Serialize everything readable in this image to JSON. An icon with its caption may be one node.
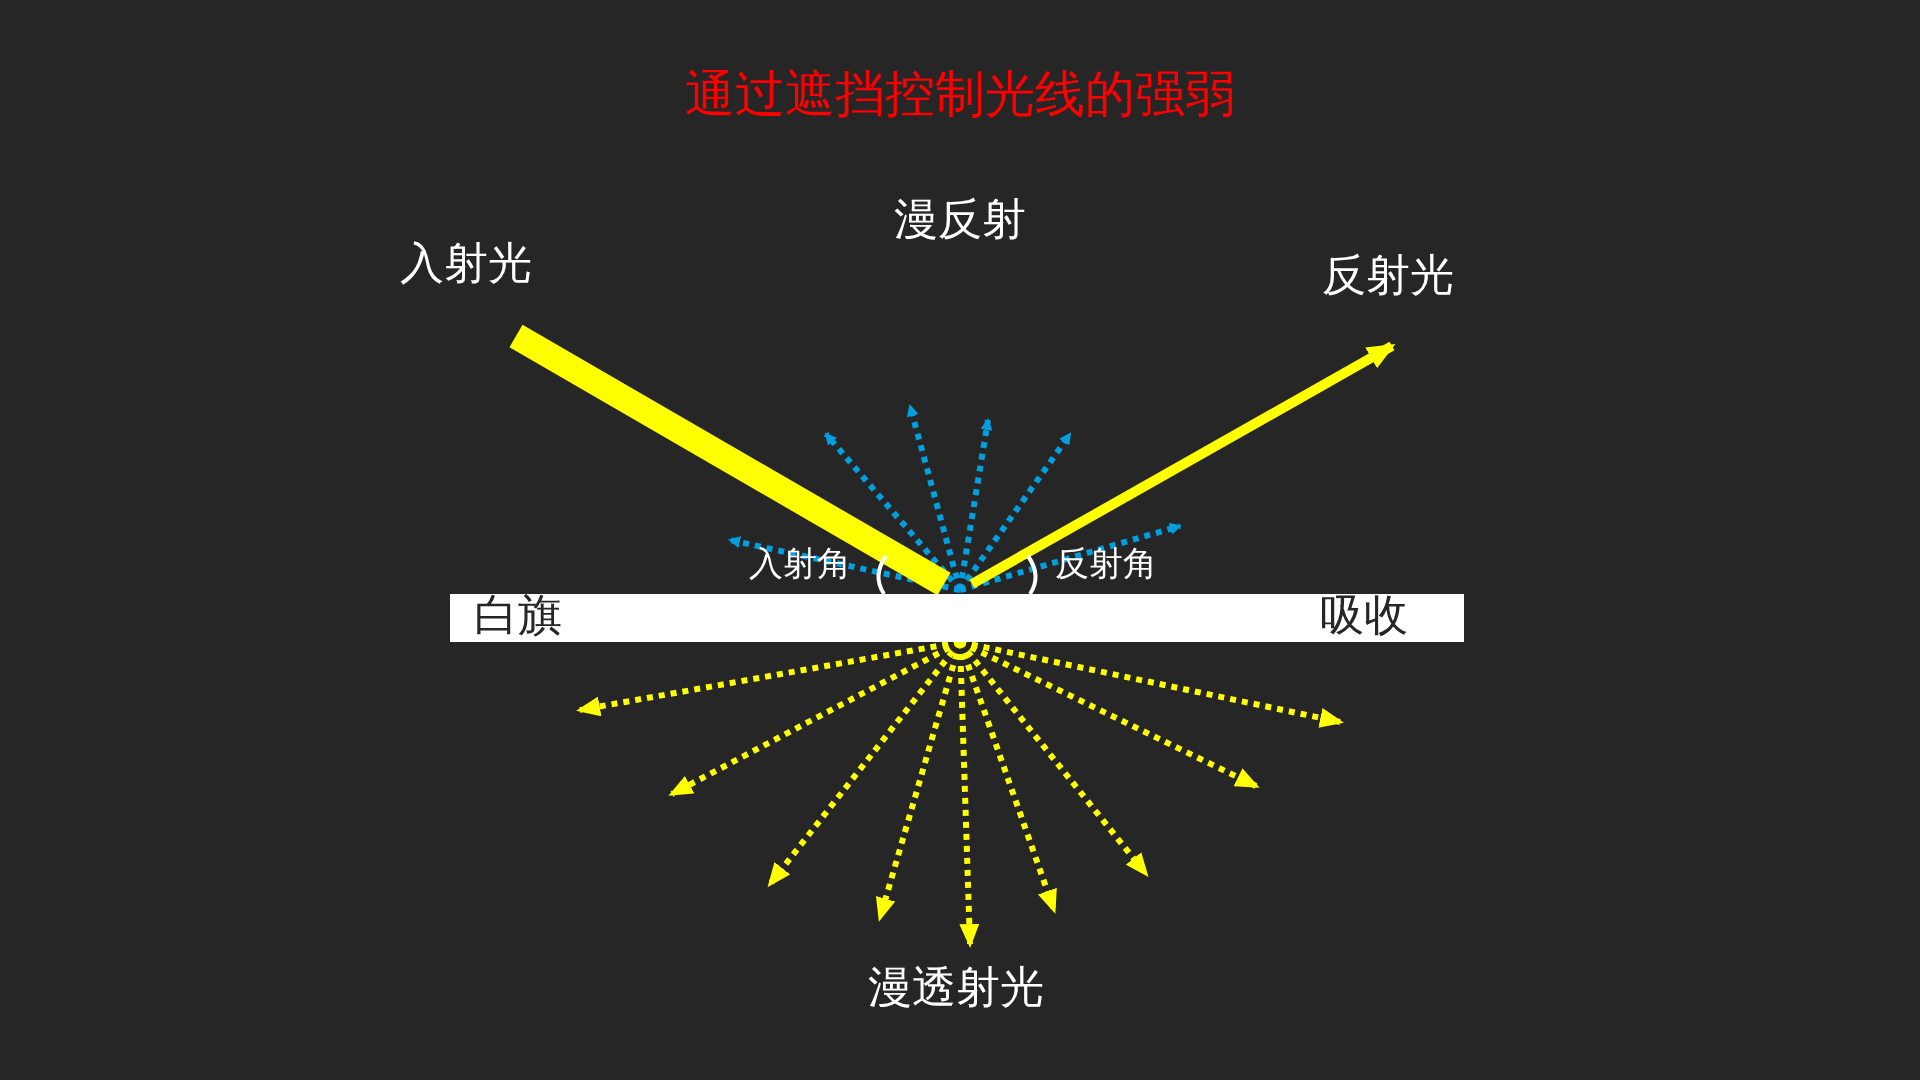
{
  "diagram": {
    "title": "通过遮挡控制光线的强弱",
    "nodes": [
      {
        "text": [
          "白旗",
          "吸收"
        ]
      }
    ],
    "labels": [
      "漫反射",
      "入射光",
      "反射光",
      "入射角",
      "反射角",
      "漫透射光"
    ]
  }
}
